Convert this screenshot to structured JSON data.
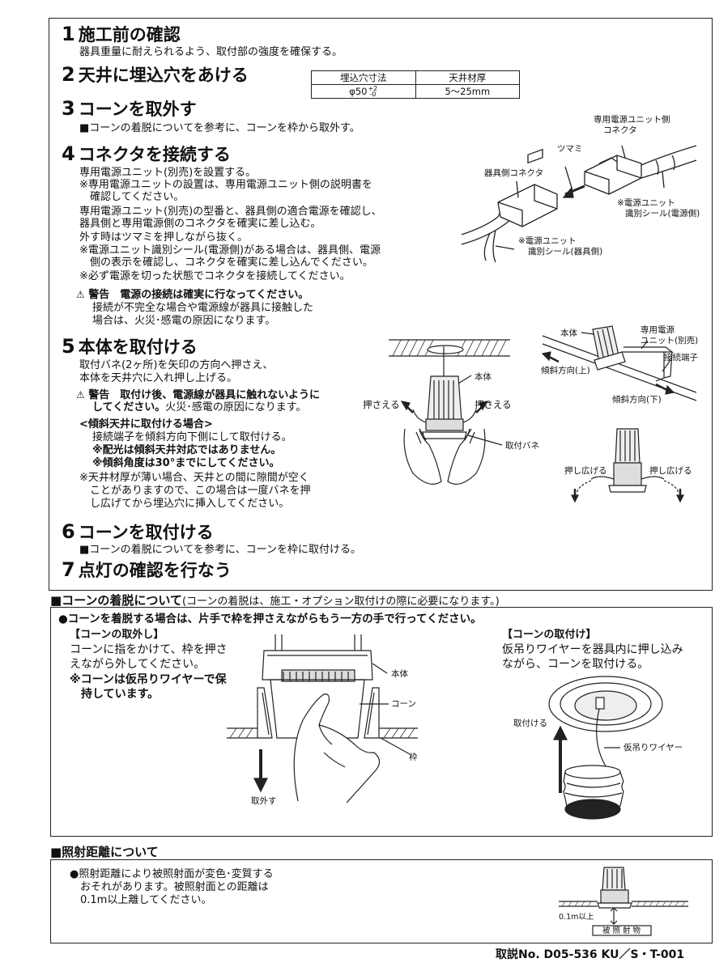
{
  "steps": {
    "s1": {
      "num": "1",
      "title": "施工前の確認",
      "body": "器具重量に耐えられるよう、取付部の強度を確保する。"
    },
    "s2": {
      "num": "2",
      "title": "天井に埋込穴をあける",
      "table": {
        "col1": "埋込穴寸法",
        "col2": "天井材厚",
        "val1_main": "φ50",
        "val1_tol_up": "+2",
        "val1_tol_dn": "-0",
        "val2": "5～25mm"
      }
    },
    "s3": {
      "num": "3",
      "title": "コーンを取外す",
      "body": "■コーンの着脱についてを参考に、コーンを枠から取外す。"
    },
    "s4": {
      "num": "4",
      "title": "コネクタを接続する",
      "lines": [
        "専用電源ユニット(別売)を設置する。",
        "※専用電源ユニットの設置は、専用電源ユニット側の説明書を",
        "　確認してください。",
        "専用電源ユニット(別売)の型番と、器具側の適合電源を確認し、",
        "器具側と専用電源側のコネクタを確実に差し込む。",
        "外す時はツマミを押しながら抜く。",
        "※電源ユニット識別シール(電源側)がある場合は、器具側、電源",
        "　側の表示を確認し、コネクタを確実に差し込んでください。",
        "※必ず電源を切った状態でコネクタを接続してください。"
      ],
      "warn_title": "警告　電源の接続は確実に行なってください。",
      "warn_lines": [
        "接続が不完全な場合や電源線が器具に接触した",
        "場合は、火災･感電の原因になります。"
      ],
      "fig": {
        "unit_conn": "専用電源ユニット側",
        "unit_conn2": "コネクタ",
        "tsumami": "ツマミ",
        "device_conn": "器具側コネクタ",
        "seal_power1": "※電源ユニット",
        "seal_power2": "識別シール(電源側)",
        "seal_dev1": "※電源ユニット",
        "seal_dev2": "識別シール(器具側)"
      }
    },
    "s5": {
      "num": "5",
      "title": "本体を取付ける",
      "lines": [
        "取付バネ(2ヶ所)を矢印の方向へ押さえ、",
        "本体を天井穴に入れ押し上げる。"
      ],
      "warn_b1": "警告　取付け後、電源線が器具に触れないように",
      "warn_b2": "してください。",
      "warn_n2": "火災･感電の原因になります。",
      "slope_title": "<傾斜天井に取付ける場合>",
      "slope_l1": "接続端子を傾斜方向下側にして取付ける。",
      "slope_l2": "※配光は傾斜天井対応ではありません。",
      "slope_l3": "※傾斜角度は30°までにしてください。",
      "note_lines": [
        "※天井材厚が薄い場合、天井との間に隙間が空く",
        "　ことがありますので、この場合は一度バネを押",
        "　し広げてから埋込穴に挿入してください。"
      ],
      "fig": {
        "body": "本体",
        "press_l": "押さえる",
        "press_r": "押さえる",
        "spring": "取付バネ",
        "body2": "本体",
        "unit1": "専用電源",
        "unit2": "ユニット(別売)",
        "terminal": "接続端子",
        "up": "傾斜方向(上)",
        "down": "傾斜方向(下)",
        "spread_l": "押し広げる",
        "spread_r": "押し広げる"
      }
    },
    "s6": {
      "num": "6",
      "title": "コーンを取付ける",
      "body": "■コーンの着脱についてを参考に、コーンを枠に取付ける。"
    },
    "s7": {
      "num": "7",
      "title": "点灯の確認を行なう"
    }
  },
  "cone": {
    "heading": "■コーンの着脱について",
    "heading_sub": "(コーンの着脱は、施工・オプション取付けの際に必要になります。)",
    "lead": "●コーンを着脱する場合は、片手で枠を押さえながらもう一方の手で行ってください。",
    "remove_title": "【コーンの取外し】",
    "remove_lines": [
      "コーンに指をかけて、枠を押さ",
      "えながら外してください。"
    ],
    "remove_bold": [
      "※コーンは仮吊りワイヤーで保",
      "　持しています。"
    ],
    "attach_title": "【コーンの取付け】",
    "attach_lines": [
      "仮吊りワイヤーを器具内に押し込み",
      "ながら、コーンを取付ける。"
    ],
    "fig": {
      "body": "本体",
      "cone": "コーン",
      "frame": "枠",
      "remove": "取外す",
      "attach": "取付ける",
      "wire": "仮吊りワイヤー"
    }
  },
  "distance": {
    "heading": "■照射距離について",
    "lines": [
      "●照射距離により被照射面が変色･変質する",
      "　おそれがあります。被照射面との距離は",
      "　0.1m以上離してください。"
    ],
    "fig": {
      "dist": "0.1m以上",
      "target": "被 照 射 物"
    }
  },
  "footer": "取説No. D05-536 KU／S・T-001"
}
